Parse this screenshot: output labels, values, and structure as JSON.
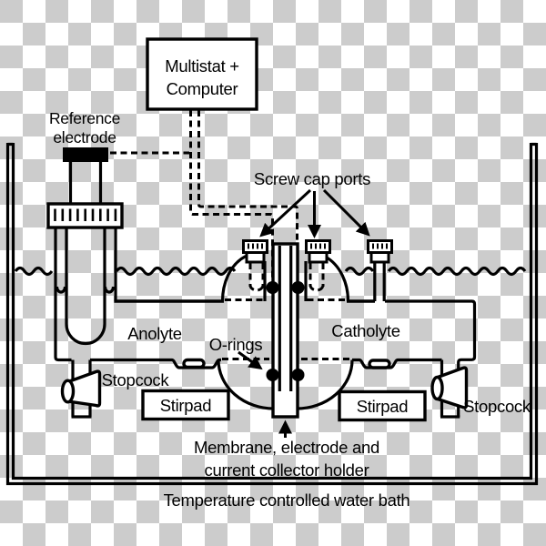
{
  "colors": {
    "line": "#000000",
    "checker_gray": "#cccccc",
    "checker_white": "#ffffff",
    "fill_white": "#ffffff"
  },
  "labels": {
    "multistat_line1": "Multistat +",
    "multistat_line2": "Computer",
    "reference_electrode_line1": "Reference",
    "reference_electrode_line2": "electrode",
    "screw_cap_ports": "Screw cap ports",
    "anolyte": "Anolyte",
    "catholyte": "Catholyte",
    "o_rings": "O-rings",
    "stopcock_left": "Stopcock",
    "stopcock_right": "Stopcock",
    "stirpad_left": "Stirpad",
    "stirpad_right": "Stirpad",
    "membrane_line1": "Membrane, electrode and",
    "membrane_line2": "current collector holder",
    "water_bath": "Temperature controlled water bath"
  }
}
